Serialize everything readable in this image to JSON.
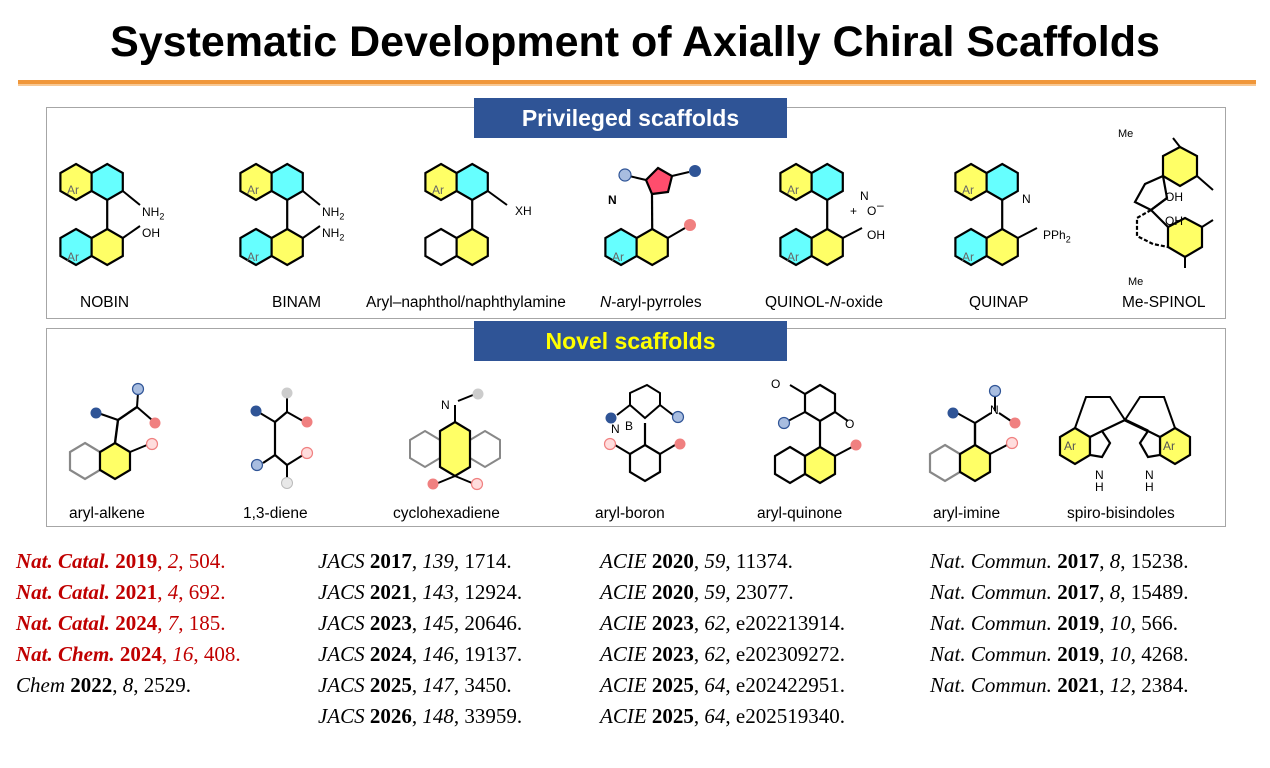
{
  "title": "Systematic Development of Axially Chiral Scaffolds",
  "colors": {
    "accent_rule": "#f0973a",
    "banner_bg": "#2f5496",
    "ref_red": "#c00000",
    "ring_yellow": "#ffff66",
    "ring_cyan": "#66ffff"
  },
  "privileged": {
    "banner": "Privileged scaffolds",
    "items": [
      {
        "label": "NOBIN",
        "sub1": "NH",
        "sub1b": "2",
        "sub2": "OH",
        "ar": "Ar"
      },
      {
        "label": "BINAM",
        "sub1": "NH",
        "sub1b": "2",
        "sub2": "NH",
        "sub2b": "2",
        "ar": "Ar"
      },
      {
        "label": "Aryl–naphthol/naphthylamine",
        "sub1": "XH",
        "ar": "Ar"
      },
      {
        "label_a": "N",
        "label_b": "-aryl-pyrroles",
        "atom": "N",
        "ar": "Ar"
      },
      {
        "label_a": "QUINOL-",
        "label_b": "N",
        "label_c": "-oxide",
        "atom": "N",
        "plus": "+",
        "oxide": "O",
        "minus": "–",
        "sub2": "OH",
        "ar": "Ar"
      },
      {
        "label": "QUINAP",
        "atom": "N",
        "sub2": "PPh",
        "sub2b": "2",
        "ar": "Ar"
      },
      {
        "label": "Me-SPINOL",
        "me1": "Me",
        "me2": "Me",
        "oh1": "OH",
        "oh2": "OH"
      }
    ]
  },
  "novel": {
    "banner": "Novel scaffolds",
    "items": [
      {
        "label": "aryl-alkene"
      },
      {
        "label": "1,3-diene"
      },
      {
        "label": "cyclohexadiene",
        "atom": "N"
      },
      {
        "label": "aryl-boron",
        "atom1": "N",
        "atom2": "B"
      },
      {
        "label": "aryl-quinone",
        "o1": "O",
        "o2": "O"
      },
      {
        "label": "aryl-imine",
        "atom": "N"
      },
      {
        "label": "spiro-bisindoles",
        "ar1": "Ar",
        "ar2": "Ar",
        "nh1": "N",
        "nh1b": "H",
        "nh2": "N",
        "nh2b": "H"
      }
    ]
  },
  "references": {
    "col1": [
      {
        "journal": "Nat. Catal.",
        "year": "2019",
        "vol": "2",
        "page": "504.",
        "red": true
      },
      {
        "journal": "Nat. Catal.",
        "year": "2021",
        "vol": "4",
        "page": "692.",
        "red": true
      },
      {
        "journal": "Nat. Catal.",
        "year": "2024",
        "vol": "7",
        "page": "185.",
        "red": true
      },
      {
        "journal": "Nat. Chem.",
        "year": "2024",
        "vol": "16",
        "page": "408.",
        "red": true
      },
      {
        "journal": "Chem",
        "year": "2022",
        "vol": "8",
        "page": "2529.",
        "red": false
      }
    ],
    "col2": [
      {
        "journal": "JACS",
        "year": "2017",
        "vol": "139",
        "page": "1714."
      },
      {
        "journal": "JACS",
        "year": "2021",
        "vol": "143",
        "page": "12924."
      },
      {
        "journal": "JACS",
        "year": "2023",
        "vol": "145",
        "page": "20646."
      },
      {
        "journal": "JACS",
        "year": "2024",
        "vol": "146",
        "page": "19137."
      },
      {
        "journal": "JACS",
        "year": "2025",
        "vol": "147",
        "page": "3450."
      },
      {
        "journal": "JACS",
        "year": "2026",
        "vol": "148",
        "page": "33959."
      }
    ],
    "col3": [
      {
        "journal": "ACIE",
        "year": "2020",
        "vol": "59",
        "page": "11374."
      },
      {
        "journal": "ACIE",
        "year": "2020",
        "vol": "59",
        "page": "23077."
      },
      {
        "journal": "ACIE",
        "year": "2023",
        "vol": "62",
        "page": "e202213914."
      },
      {
        "journal": "ACIE",
        "year": "2023",
        "vol": "62",
        "page": "e202309272."
      },
      {
        "journal": "ACIE",
        "year": "2025",
        "vol": "64",
        "page": "e202422951."
      },
      {
        "journal": "ACIE",
        "year": "2025",
        "vol": "64",
        "page": "e202519340."
      }
    ],
    "col4": [
      {
        "journal": "Nat. Commun.",
        "year": "2017",
        "vol": "8",
        "page": "15238."
      },
      {
        "journal": "Nat. Commun.",
        "year": "2017",
        "vol": "8",
        "page": "15489."
      },
      {
        "journal": "Nat. Commun.",
        "year": "2019",
        "vol": "10",
        "page": "566."
      },
      {
        "journal": "Nat. Commun.",
        "year": "2019",
        "vol": "10",
        "page": "4268."
      },
      {
        "journal": "Nat. Commun.",
        "year": "2021",
        "vol": "12",
        "page": "2384."
      }
    ]
  }
}
